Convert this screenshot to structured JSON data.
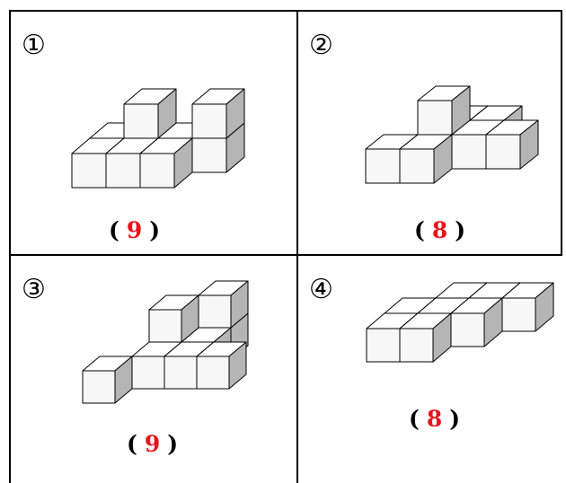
{
  "cells": [
    {
      "label": "①",
      "open": "(",
      "answer": "9",
      "close": ")"
    },
    {
      "label": "②",
      "open": "(",
      "answer": "8",
      "close": ")"
    },
    {
      "label": "③",
      "open": "(",
      "answer": "9",
      "close": ")"
    },
    {
      "label": "④",
      "open": "(",
      "answer": "8",
      "close": ")"
    }
  ],
  "colors": {
    "answer": "#e8141b",
    "face_front": "#f7f7f7",
    "face_top": "#ffffff",
    "face_side": "#b5b5b5",
    "line": "#000000"
  }
}
